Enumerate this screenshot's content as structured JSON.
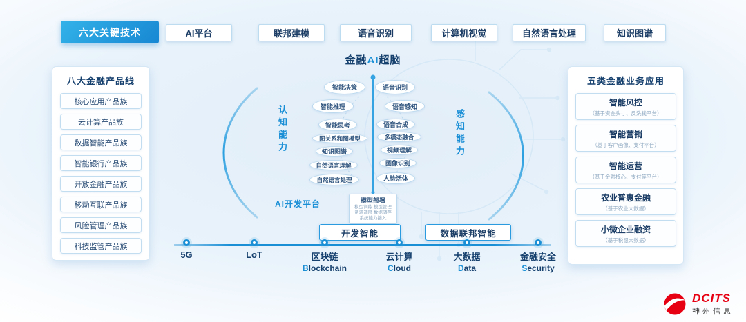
{
  "top": {
    "tab": "六大关键技术",
    "techs": [
      "AI平台",
      "联邦建模",
      "语音识别",
      "计算机视觉",
      "自然语言处理",
      "知识图谱"
    ]
  },
  "left_panel": {
    "title": "八大金融产品线",
    "items": [
      "核心应用产品族",
      "云计算产品族",
      "数据智能产品族",
      "智能银行产品族",
      "开放金融产品族",
      "移动互联产品族",
      "风险管理产品族",
      "科技监管产品族"
    ]
  },
  "right_panel": {
    "title": "五类金融业务应用",
    "items": [
      {
        "title": "智能风控",
        "subtitle": "（基于资金头寸、反洗钱平台）"
      },
      {
        "title": "智能营销",
        "subtitle": "（基于客户画像、支付平台）"
      },
      {
        "title": "智能运营",
        "subtitle": "（基于金融核心、支付等平台）"
      },
      {
        "title": "农业普惠金融",
        "subtitle": "（基于农业大数据）"
      },
      {
        "title": "小微企业融资",
        "subtitle": "（基于税银大数据）"
      }
    ]
  },
  "center": {
    "title_pre": "金融",
    "title_accent": "AI",
    "title_post": "超脑",
    "left_ability": "认知能力",
    "right_ability": "感知能力",
    "platform_label": "AI开发平台",
    "left_bubbles": [
      "智能决策",
      "智能推理",
      "智能思考",
      "图关系和图模型",
      "知识图谱",
      "自然语言理解",
      "自然语言处理"
    ],
    "right_bubbles": [
      "语音识别",
      "语音感知",
      "语音合成",
      "多模态融合",
      "视频理解",
      "图像识别",
      "人脸活体"
    ],
    "deploy": {
      "title": "模型部署",
      "line1": "模型训练 模型管理",
      "line2": "资源调度 数据储存",
      "line3": "系统能力接入"
    },
    "buttons": [
      "开发智能",
      "数据联邦智能"
    ]
  },
  "timeline": [
    {
      "zh": "5G",
      "en_accent": "",
      "en_rest": ""
    },
    {
      "zh": "LoT",
      "en_accent": "",
      "en_rest": ""
    },
    {
      "zh": "区块链",
      "en_accent": "B",
      "en_rest": "lockchain"
    },
    {
      "zh": "云计算",
      "en_accent": "C",
      "en_rest": "loud"
    },
    {
      "zh": "大数据",
      "en_accent": "D",
      "en_rest": "ata"
    },
    {
      "zh": "金融安全",
      "en_accent": "S",
      "en_rest": "ecurity"
    }
  ],
  "logo": {
    "brand": "DCITS",
    "company": "神州信息"
  },
  "colors": {
    "accent": "#1a8fd6",
    "navy": "#16406e",
    "red": "#e60012"
  }
}
